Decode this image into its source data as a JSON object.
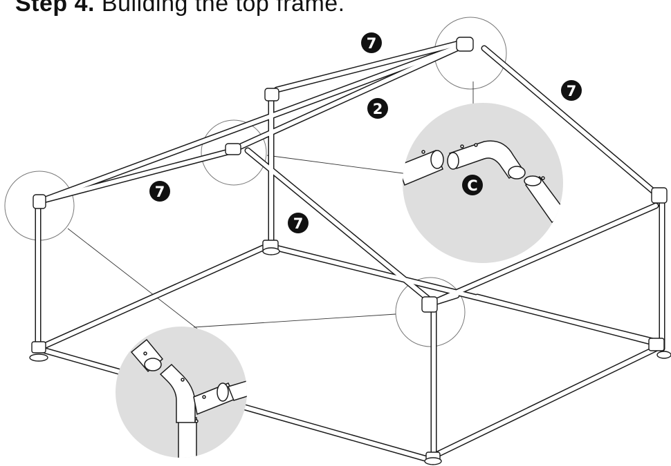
{
  "title": {
    "step": "Step 4.",
    "text": " Building the top frame."
  },
  "badges": [
    {
      "id": "7a",
      "label": "7"
    },
    {
      "id": "7b",
      "label": "7"
    },
    {
      "id": "2",
      "label": "2"
    },
    {
      "id": "7c",
      "label": "7"
    },
    {
      "id": "7d",
      "label": "7"
    },
    {
      "id": "c",
      "label": "C"
    }
  ]
}
